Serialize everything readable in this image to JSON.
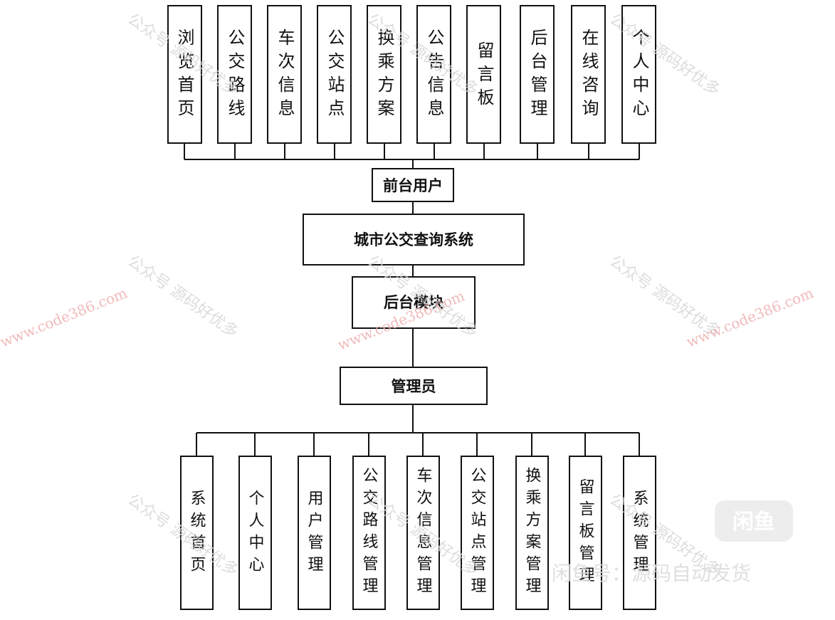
{
  "diagram": {
    "root": "城市公交查询系统",
    "front_group": "前台用户",
    "back_group": "后台模块",
    "admin": "管理员",
    "front_modules": [
      "浏览首页",
      "公交路线",
      "车次信息",
      "公交站点",
      "换乘方案",
      "公告信息",
      "留言板",
      "后台管理",
      "在线咨询",
      "个人中心"
    ],
    "admin_modules": [
      "系统首页",
      "个人中心",
      "用户管理",
      "公交路线管理",
      "车次信息管理",
      "公交站点管理",
      "换乘方案管理",
      "留言板管理",
      "系统管理"
    ]
  },
  "watermarks": {
    "account": "公众号 源码好优多",
    "url": "www.code386.com",
    "logo": "闲鱼",
    "shop": "闲鱼号：源码自动发货"
  }
}
